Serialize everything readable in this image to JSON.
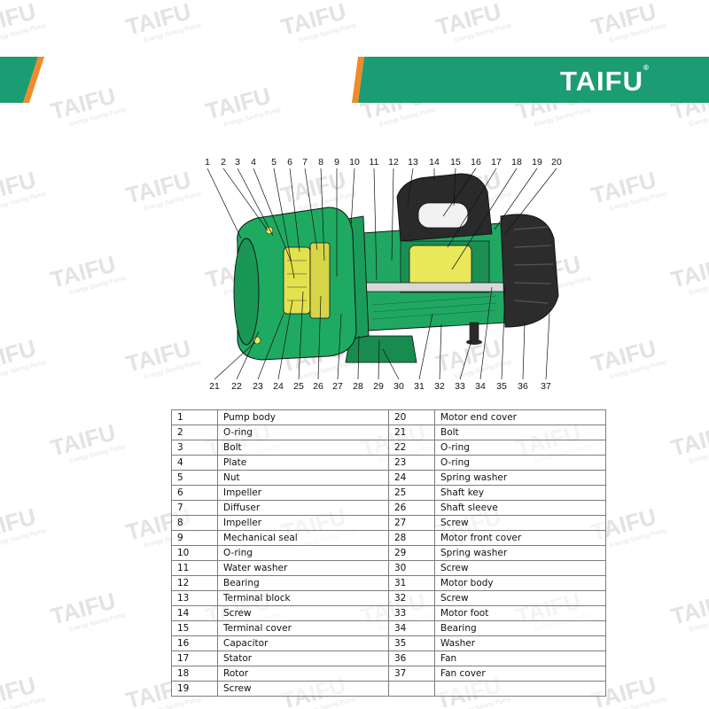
{
  "header": {
    "title": "Structure",
    "brand": "TAIFU",
    "colors": {
      "band": "#1b9c73",
      "accent": "#f08a2a",
      "title": "#ffffff"
    }
  },
  "watermark": {
    "brand": "TAIFU",
    "tagline": "Energy Saving Pump"
  },
  "diagram": {
    "callouts_top": [
      "1",
      "2",
      "3",
      "4",
      "5",
      "6",
      "7",
      "8",
      "9",
      "10",
      "11",
      "12",
      "13",
      "14",
      "15",
      "16",
      "17",
      "18",
      "19",
      "20"
    ],
    "callouts_bottom": [
      "21",
      "22",
      "23",
      "24",
      "25",
      "26",
      "27",
      "28",
      "29",
      "30",
      "31",
      "32",
      "33",
      "34",
      "35",
      "36",
      "37"
    ],
    "colors": {
      "body": "#1faa62",
      "impeller": "#e8e85a",
      "fan": "#2a2a2a"
    }
  },
  "parts_left": [
    {
      "no": "1",
      "name": "Pump body"
    },
    {
      "no": "2",
      "name": "O-ring"
    },
    {
      "no": "3",
      "name": "Bolt"
    },
    {
      "no": "4",
      "name": "Plate"
    },
    {
      "no": "5",
      "name": "Nut"
    },
    {
      "no": "6",
      "name": "Impeller"
    },
    {
      "no": "7",
      "name": "Diffuser"
    },
    {
      "no": "8",
      "name": "Impeller"
    },
    {
      "no": "9",
      "name": "Mechanical seal"
    },
    {
      "no": "10",
      "name": "O-ring"
    },
    {
      "no": "11",
      "name": "Water washer"
    },
    {
      "no": "12",
      "name": "Bearing"
    },
    {
      "no": "13",
      "name": "Terminal block"
    },
    {
      "no": "14",
      "name": "Screw"
    },
    {
      "no": "15",
      "name": "Terminal cover"
    },
    {
      "no": "16",
      "name": "Capacitor"
    },
    {
      "no": "17",
      "name": "Stator"
    },
    {
      "no": "18",
      "name": "Rotor"
    },
    {
      "no": "19",
      "name": "Screw"
    }
  ],
  "parts_right": [
    {
      "no": "20",
      "name": "Motor end cover"
    },
    {
      "no": "21",
      "name": "Bolt"
    },
    {
      "no": "22",
      "name": "O-ring"
    },
    {
      "no": "23",
      "name": "O-ring"
    },
    {
      "no": "24",
      "name": "Spring washer"
    },
    {
      "no": "25",
      "name": "Shaft key"
    },
    {
      "no": "26",
      "name": "Shaft sleeve"
    },
    {
      "no": "27",
      "name": "Screw"
    },
    {
      "no": "28",
      "name": "Motor front cover"
    },
    {
      "no": "29",
      "name": "Spring washer"
    },
    {
      "no": "30",
      "name": "Screw"
    },
    {
      "no": "31",
      "name": "Motor body"
    },
    {
      "no": "32",
      "name": "Screw"
    },
    {
      "no": "33",
      "name": "Motor foot"
    },
    {
      "no": "34",
      "name": "Bearing"
    },
    {
      "no": "35",
      "name": "Washer"
    },
    {
      "no": "36",
      "name": "Fan"
    },
    {
      "no": "37",
      "name": "Fan cover"
    },
    {
      "no": "",
      "name": ""
    }
  ]
}
